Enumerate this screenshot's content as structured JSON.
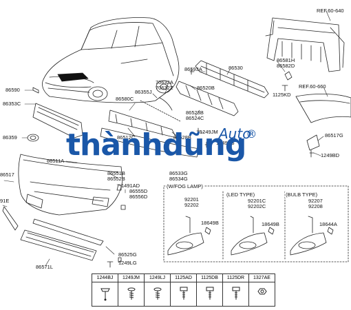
{
  "refs": {
    "top": "REF.60-640",
    "mid": "REF.60-660"
  },
  "labels": {
    "86590": "86590",
    "86353C": "86353C",
    "86359": "86359",
    "86517": "86517",
    "91E": "91E",
    "86511A": "86511A",
    "86580C": "86580C",
    "86355J": "86355J",
    "70632A": "70632A",
    "70632Z": "70632Z",
    "86593A": "86593A",
    "86530": "86530",
    "86520B": "86520B",
    "86581H": "86581H",
    "86582D": "86582D",
    "1125KD": "1125KD",
    "86523B": "86523B",
    "86524C": "86524C",
    "86512C": "86512C",
    "86528B": "86528B",
    "1249JM": "1249JM",
    "1249LG": "1249LG",
    "86517G": "86517G",
    "1249BD": "1249BD",
    "86551B": "86551B",
    "86552B": "86552B",
    "86533G": "86533G",
    "86534G": "86534G",
    "1491AD": "1491AD",
    "86555D": "86555D",
    "86556D": "86556D",
    "86525G": "86525G",
    "1249LG_b": "1249LG",
    "86571L": "86571L"
  },
  "insets": {
    "fog": {
      "title": "(W/FOG LAMP)",
      "a": "92201",
      "b": "92202",
      "c": "18649B"
    },
    "led": {
      "title": "(LED TYPE)",
      "a": "92201C",
      "b": "92202C",
      "c": "18649B"
    },
    "bulb": {
      "title": "(BULB TYPE)",
      "a": "92207",
      "b": "92208",
      "c": "18644A"
    }
  },
  "parts_table": [
    "1244BJ",
    "1249JM",
    "1249LJ",
    "1125AD",
    "1125DB",
    "1125DR",
    "1327AE"
  ],
  "watermark": {
    "main": "thànhdũng",
    "auto": "Auto",
    "reg": "®"
  }
}
